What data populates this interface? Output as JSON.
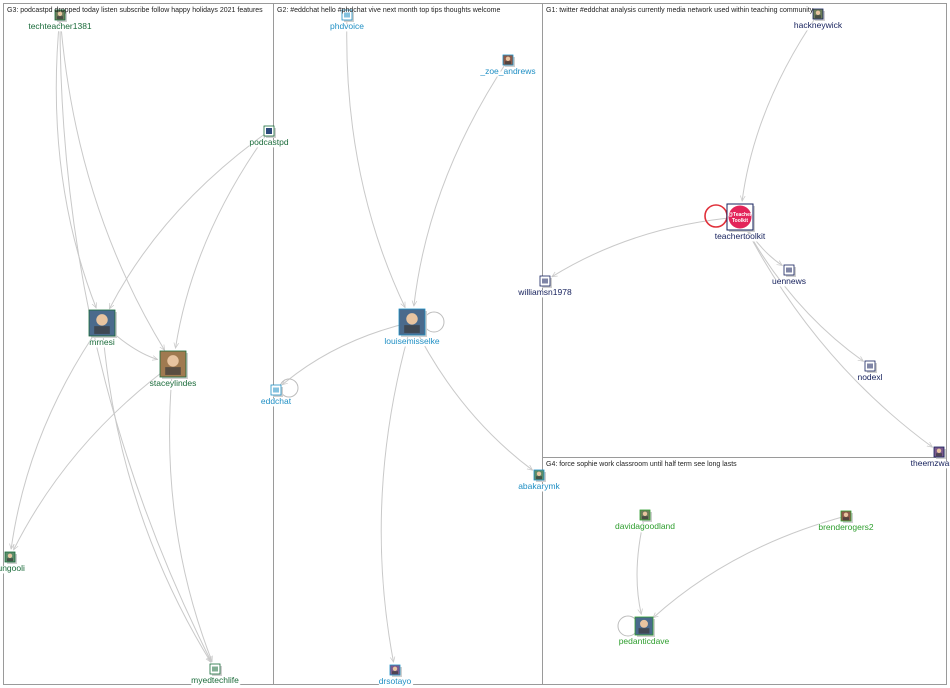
{
  "panels": [
    {
      "id": "G3",
      "title": "G3: podcastpd dropped today listen subscribe follow happy holidays 2021 features"
    },
    {
      "id": "G2",
      "title": "G2: #eddchat hello #phdchat vive next month top tips thoughts welcome"
    },
    {
      "id": "G1",
      "title": "G1: twitter #eddchat analysis currently media network used within teaching community"
    },
    {
      "id": "G4",
      "title": "G4: force sophie work classroom until half term see long lasts"
    }
  ],
  "colors": {
    "G3": "#1a6b3a",
    "G2": "#1f8fc4",
    "G1": "#15205c",
    "G4": "#2e9e2e",
    "edge": "#c9c9c9",
    "frame": "#9a9a9a",
    "selfloop_red": "#e0303a"
  },
  "nodes": [
    {
      "id": "techteacher1381",
      "label": "techteacher1381",
      "group": "G3",
      "avatar": "photo-avatar"
    },
    {
      "id": "podcastpd",
      "label": "podcastpd",
      "group": "G3",
      "avatar": "podcast-avatar"
    },
    {
      "id": "mrnesi",
      "label": "mrnesi",
      "group": "G3",
      "avatar": "photo-avatar"
    },
    {
      "id": "staceylindes",
      "label": "staceylindes",
      "group": "G3",
      "avatar": "photo-avatar"
    },
    {
      "id": "fungooli",
      "label": "fungooli",
      "group": "G3",
      "avatar": "photo-avatar"
    },
    {
      "id": "myedtechlife",
      "label": "myedtechlife",
      "group": "G3",
      "avatar": "logo-avatar"
    },
    {
      "id": "phdvoice",
      "label": "phdvoice",
      "group": "G2",
      "avatar": "logo-avatar"
    },
    {
      "id": "_zoe_andrews",
      "label": "_zoe_andrews",
      "group": "G2",
      "avatar": "photo-avatar"
    },
    {
      "id": "louisemisselke",
      "label": "louisemisselke",
      "group": "G2",
      "avatar": "photo-avatar"
    },
    {
      "id": "eddchat",
      "label": "eddchat",
      "group": "G2",
      "avatar": "logo-avatar"
    },
    {
      "id": "abakarymk",
      "label": "abakarymk",
      "group": "G2",
      "avatar": "photo-avatar"
    },
    {
      "id": "drsotayo",
      "label": "drsotayo",
      "group": "G2",
      "avatar": "photo-avatar"
    },
    {
      "id": "hackneywick",
      "label": "hackneywick",
      "group": "G1",
      "avatar": "photo-avatar"
    },
    {
      "id": "teachertoolkit",
      "label": "teachertoolkit",
      "group": "G1",
      "avatar": "teachertoolkit-logo",
      "avatar_text": [
        "@Teacher",
        "Toolkit"
      ]
    },
    {
      "id": "williamsn1978",
      "label": "williamsn1978",
      "group": "G1",
      "avatar": "logo-avatar"
    },
    {
      "id": "uennews",
      "label": "uennews",
      "group": "G1",
      "avatar": "logo-avatar"
    },
    {
      "id": "nodexl",
      "label": "nodexl",
      "group": "G1",
      "avatar": "logo-avatar"
    },
    {
      "id": "theemzwandile",
      "label": "theemzwandile",
      "group": "G1",
      "avatar": "photo-avatar"
    },
    {
      "id": "davidagoodland",
      "label": "davidagoodland",
      "group": "G4",
      "avatar": "photo-avatar"
    },
    {
      "id": "brenderogers2",
      "label": "brenderogers2",
      "group": "G4",
      "avatar": "photo-avatar"
    },
    {
      "id": "pedanticdave",
      "label": "pedanticdave",
      "group": "G4",
      "avatar": "photo-avatar"
    }
  ],
  "edges": [
    {
      "from": "techteacher1381",
      "to": "mrnesi"
    },
    {
      "from": "techteacher1381",
      "to": "staceylindes"
    },
    {
      "from": "techteacher1381",
      "to": "myedtechlife"
    },
    {
      "from": "podcastpd",
      "to": "mrnesi"
    },
    {
      "from": "podcastpd",
      "to": "staceylindes"
    },
    {
      "from": "mrnesi",
      "to": "fungooli"
    },
    {
      "from": "mrnesi",
      "to": "myedtechlife"
    },
    {
      "from": "mrnesi",
      "to": "staceylindes"
    },
    {
      "from": "staceylindes",
      "to": "fungooli"
    },
    {
      "from": "staceylindes",
      "to": "myedtechlife"
    },
    {
      "from": "phdvoice",
      "to": "louisemisselke"
    },
    {
      "from": "_zoe_andrews",
      "to": "louisemisselke"
    },
    {
      "from": "louisemisselke",
      "to": "eddchat"
    },
    {
      "from": "louisemisselke",
      "to": "abakarymk"
    },
    {
      "from": "louisemisselke",
      "to": "drsotayo"
    },
    {
      "from": "hackneywick",
      "to": "teachertoolkit"
    },
    {
      "from": "teachertoolkit",
      "to": "williamsn1978"
    },
    {
      "from": "teachertoolkit",
      "to": "uennews"
    },
    {
      "from": "teachertoolkit",
      "to": "nodexl"
    },
    {
      "from": "teachertoolkit",
      "to": "theemzwandile"
    },
    {
      "from": "davidagoodland",
      "to": "pedanticdave"
    },
    {
      "from": "brenderogers2",
      "to": "pedanticdave"
    }
  ],
  "self_loops": [
    "louisemisselke",
    "eddchat",
    "teachertoolkit",
    "pedanticdave"
  ]
}
